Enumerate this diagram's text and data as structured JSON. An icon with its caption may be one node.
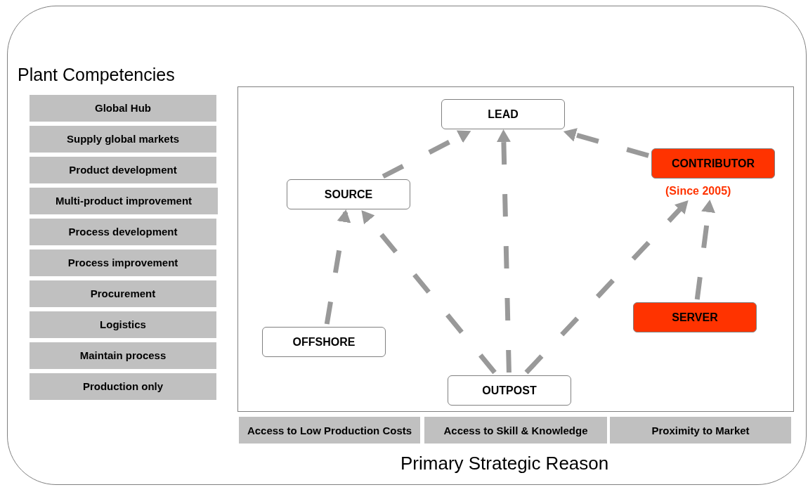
{
  "diagram": {
    "nodes": [
      {
        "text": [
          "Global Hub"
        ]
      },
      {
        "text": [
          "Supply global markets"
        ]
      },
      {
        "text": [
          "Product development"
        ]
      },
      {
        "text": [
          "Multi-product improvement"
        ]
      },
      {
        "text": [
          "Process development"
        ]
      },
      {
        "text": [
          "Process improvement"
        ]
      },
      {
        "text": [
          "Procurement"
        ]
      },
      {
        "text": [
          "Logistics"
        ]
      },
      {
        "text": [
          "Maintain process"
        ]
      },
      {
        "text": [
          "Production only"
        ]
      },
      {
        "text": [
          "LEAD"
        ]
      },
      {
        "text": [
          "SOURCE"
        ]
      },
      {
        "text": [
          "CONTRIBUTOR"
        ],
        "beside": [
          "(Since 2005)"
        ]
      },
      {
        "text": [
          "OFFSHORE"
        ]
      },
      {
        "text": [
          "SERVER"
        ]
      },
      {
        "text": [
          "OUTPOST"
        ]
      },
      {
        "text": [
          "Access to Low Production Costs"
        ]
      },
      {
        "text": [
          "Access to Skill & Knowledge"
        ]
      },
      {
        "text": [
          "Proximity to Market"
        ]
      }
    ],
    "edges": [
      {
        "from": 13,
        "to": 11,
        "arrow": "to"
      },
      {
        "from": 11,
        "to": 10,
        "arrow": "to"
      },
      {
        "from": 15,
        "to": 11,
        "arrow": "to"
      },
      {
        "from": 15,
        "to": 10,
        "arrow": "to"
      },
      {
        "from": 15,
        "to": 12,
        "arrow": "to"
      },
      {
        "from": 14,
        "to": 12,
        "arrow": "to"
      },
      {
        "from": 12,
        "to": 10,
        "arrow": "to"
      }
    ],
    "labels": [
      "Plant Competencies",
      "Primary Strategic Reason"
    ]
  }
}
